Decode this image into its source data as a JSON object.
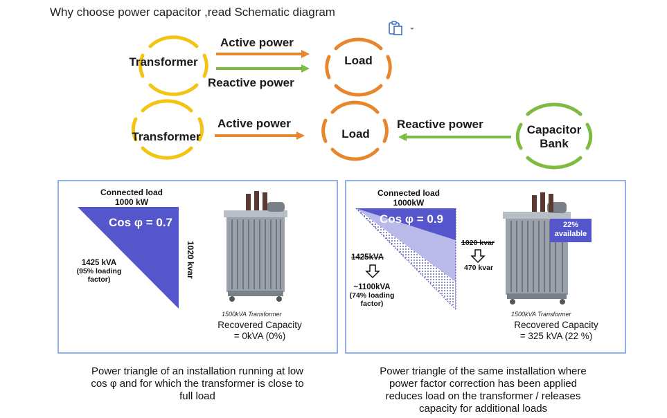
{
  "page_title": "Why choose power capacitor ,read Schematic diagram",
  "icons": {
    "clipboard": "clipboard-paste-icon"
  },
  "colors": {
    "yellow": "#f2c414",
    "orange": "#e8862e",
    "green": "#7dbb42",
    "triangle_blue": "#5555cc",
    "panel_border": "#8fb0e8"
  },
  "diagram1": {
    "source": "Transformer",
    "active_label": "Active power",
    "reactive_label": "Reactive power",
    "target": "Load"
  },
  "diagram2": {
    "source": "Transformer",
    "active_label": "Active power",
    "target": "Load",
    "reactive_label": "Reactive power",
    "capacitor_line1": "Capacitor",
    "capacitor_line2": "Bank"
  },
  "left_panel": {
    "connected_load_line1": "Connected load",
    "connected_load_line2": "1000 kW",
    "cos_phi": "Cos φ = 0.7",
    "kvar": "1020 kvar",
    "kva_line1": "1425 kVA",
    "kva_line2": "(95% loading",
    "kva_line3": "factor)",
    "transformer_caption": "1500kVA Transformer",
    "recovered_line1": "Recovered Capacity",
    "recovered_line2": "= 0kVA (0%)",
    "caption_line1": "Power triangle of an installation running at low",
    "caption_line2": "cos φ and for which the transformer is close to",
    "caption_line3": "full load"
  },
  "right_panel": {
    "connected_load_line1": "Connected load",
    "connected_load_line2": "1000kW",
    "cos_phi": "Cos φ = 0.9",
    "old_kvar": "1020 kvar",
    "new_kvar": "470 kvar",
    "old_kva": "1425kVA",
    "new_kva_line1": "~1100kVA",
    "new_kva_line2": "(74% loading",
    "new_kva_line3": "factor)",
    "available_line1": "22%",
    "available_line2": "available",
    "transformer_caption": "1500kVA Transformer",
    "recovered_line1": "Recovered Capacity",
    "recovered_line2": "= 325 kVA (22 %)",
    "caption_line1": "Power triangle of the same installation where",
    "caption_line2": "power factor correction has been applied",
    "caption_line3": "reduces load on the transformer / releases",
    "caption_line4": "capacity for additional loads"
  }
}
